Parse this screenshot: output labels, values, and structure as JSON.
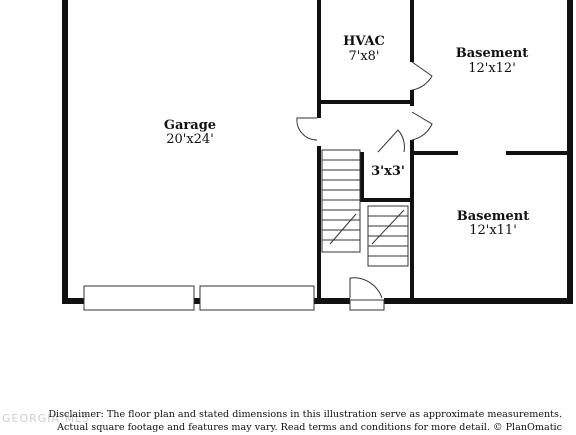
{
  "rooms": {
    "garage": {
      "name": "Garage",
      "dims": "20'x24'"
    },
    "hvac": {
      "name": "HVAC",
      "dims": "7'x8'"
    },
    "basement_top": {
      "name": "Basement",
      "dims": "12'x12'"
    },
    "closet": {
      "name": "",
      "dims": "3'x3'"
    },
    "basement_bottom": {
      "name": "Basement",
      "dims": "12'x11'"
    }
  },
  "disclaimer": {
    "line1": "Disclaimer: The floor plan and stated dimensions in this illustration serve as approximate measurements.",
    "line2": "Actual square footage and features may vary. Read terms and conditions for more detail. © PlanOmatic"
  },
  "watermark": "GEORGIA MLS",
  "colors": {
    "wall": "#111111",
    "fixture": "#333333",
    "background": "#ffffff"
  }
}
